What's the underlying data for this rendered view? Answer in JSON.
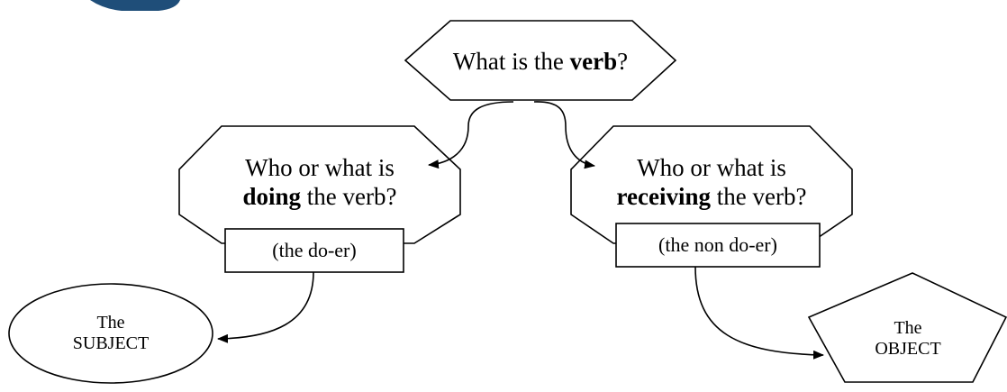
{
  "question_verb": {
    "prefix": "What is the ",
    "bold": "verb",
    "suffix": "?"
  },
  "question_doer": {
    "line1": "Who or what is",
    "bold": "doing",
    "rest": " the verb?"
  },
  "question_receiver": {
    "line1": "Who or what is",
    "bold": "receiving",
    "rest": " the verb?"
  },
  "doer_label": "(the do-er)",
  "receiver_label": "(the non do-er)",
  "subject": {
    "line1": "The",
    "line2": "SUBJECT"
  },
  "object": {
    "line1": "The",
    "line2": "OBJECT"
  },
  "colors": {
    "stroke": "#000000",
    "logo_fill": "#1f4e79"
  }
}
